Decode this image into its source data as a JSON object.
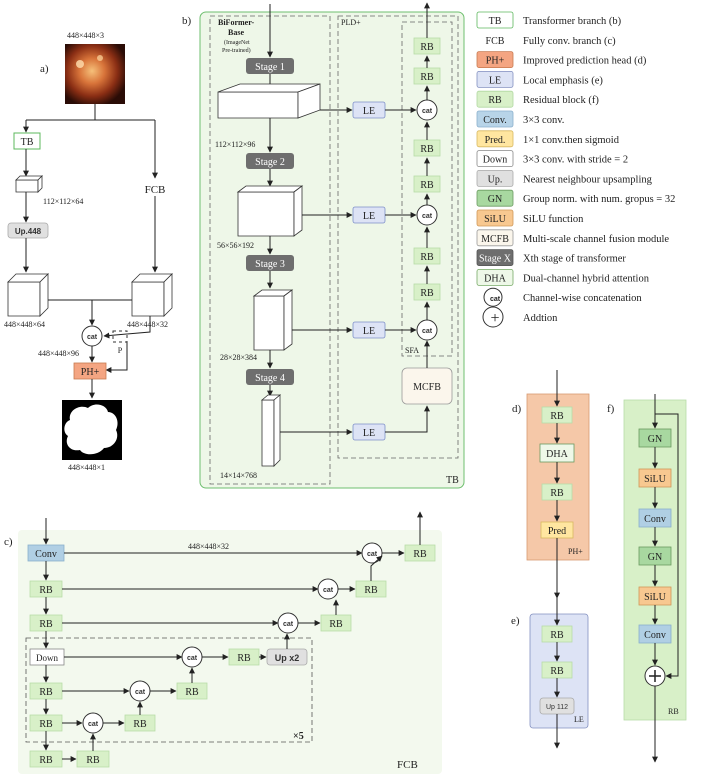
{
  "labels": {
    "a": "a)",
    "b": "b)",
    "c": "c)",
    "d": "d)",
    "e": "e)",
    "f": "f)"
  },
  "panel_a": {
    "input_dim": "448×448×3",
    "tb": "TB",
    "fcb": "FCB",
    "dim_112": "112×112×64",
    "up448": "Up.448",
    "dim_left": "448×448×64",
    "dim_right": "448×448×32",
    "cat": "cat",
    "p": "P",
    "dim_cat": "448×448×96",
    "ph": "PH+",
    "output_dim": "448×448×1"
  },
  "panel_b": {
    "backbone_title": "BiFormer-",
    "backbone_title2": "Base",
    "backbone_sub1": "(ImageNet",
    "backbone_sub2": "Pre-trained)",
    "stage1": "Stage 1",
    "stage2": "Stage 2",
    "stage3": "Stage 3",
    "stage4": "Stage 4",
    "dim1": "112×112×96",
    "dim2": "56×56×192",
    "dim3": "28×28×384",
    "dim4": "14×14×768",
    "le": "LE",
    "rb": "RB",
    "cat": "cat",
    "mcfb": "MCFB",
    "pld": "PLD+",
    "sfa": "SFA",
    "tb": "TB"
  },
  "panel_c": {
    "conv": "Conv",
    "dim": "448×448×32",
    "rb": "RB",
    "cat": "cat",
    "down": "Down",
    "upx2": "Up x2",
    "x5": "×5",
    "fcb": "FCB"
  },
  "panel_d": {
    "rb": "RB",
    "dha": "DHA",
    "pred": "Pred",
    "ph": "PH+"
  },
  "panel_e": {
    "rb": "RB",
    "up": "Up 112",
    "le": "LE"
  },
  "panel_f": {
    "gn": "GN",
    "silu": "SiLU",
    "conv": "Conv",
    "rb": "RB"
  },
  "legend": [
    {
      "key": "TB",
      "desc": "Transformer branch (b)",
      "fill": "#ffffff",
      "stroke": "#5cb85c",
      "kc": "#222"
    },
    {
      "key": "FCB",
      "desc": "Fully conv. branch (c)",
      "fill": "#ffffff",
      "stroke": "#ffffff",
      "kc": "#222"
    },
    {
      "key": "PH+",
      "desc": "Improved prediction head (d)",
      "fill": "#f4a582",
      "stroke": "#c87a50",
      "kc": "#222"
    },
    {
      "key": "LE",
      "desc": "Local emphasis (e)",
      "fill": "#dde3f5",
      "stroke": "#8390c0",
      "kc": "#222"
    },
    {
      "key": "RB",
      "desc": "Residual block (f)",
      "fill": "#d8f0c8",
      "stroke": "#b0d8a0",
      "kc": "#222"
    },
    {
      "key": "Conv.",
      "desc": "3×3 conv.",
      "fill": "#b8d4e8",
      "stroke": "#8ab0cc",
      "kc": "#222"
    },
    {
      "key": "Pred.",
      "desc": "1×1 conv.then sigmoid",
      "fill": "#ffe6a0",
      "stroke": "#d8b860",
      "kc": "#222"
    },
    {
      "key": "Down",
      "desc": "3×3 conv. with stride = 2",
      "fill": "#ffffff",
      "stroke": "#888888",
      "kc": "#222"
    },
    {
      "key": "Up.",
      "desc": "Nearest neighbour upsampling",
      "fill": "#e0e0e0",
      "stroke": "#aaaaaa",
      "kc": "#222"
    },
    {
      "key": "GN",
      "desc": "Group norm. with num. gropus = 32",
      "fill": "#a8d8a0",
      "stroke": "#6a9a60",
      "kc": "#222"
    },
    {
      "key": "SiLU",
      "desc": "SiLU function",
      "fill": "#f8c890",
      "stroke": "#d09858",
      "kc": "#222"
    },
    {
      "key": "MCFB",
      "desc": "Multi-scale channel fusion module",
      "fill": "#fbf6ec",
      "stroke": "#999999",
      "kc": "#222"
    },
    {
      "key": "Stage X",
      "desc": "Xth stage of transformer",
      "fill": "#6e6e6e",
      "stroke": "#555555",
      "kc": "#ffffff"
    },
    {
      "key": "DHA",
      "desc": "Dual-channel hybrid attention",
      "fill": "#eef8e8",
      "stroke": "#77aa66",
      "kc": "#222"
    },
    {
      "key": "cat",
      "desc": "Channel-wise concatenation",
      "fill": "#ffffff",
      "stroke": "#333333",
      "kc": "#222",
      "circle": true
    },
    {
      "key": "+",
      "desc": "Addtion",
      "fill": "#ffffff",
      "stroke": "#333333",
      "kc": "#222",
      "circle": true,
      "big": true
    }
  ],
  "colors": {
    "rb_fill": "#d8f0c8",
    "rb_stroke": "#b8dca8",
    "tb_bg": "#eef7e8",
    "tb_stroke": "#6fbf6f",
    "fcb_bg": "#f3f9ee",
    "le_fill": "#dde3f5",
    "le_stroke": "#7d8fc8",
    "stage_fill": "#6e6e6e",
    "conv_fill": "#b0cfe4",
    "ph_fill": "#f4a582",
    "ph_bg": "#f5c8a8",
    "gn_fill": "#a8d8a0",
    "silu_fill": "#f8c890",
    "pred_fill": "#ffe6a0"
  }
}
